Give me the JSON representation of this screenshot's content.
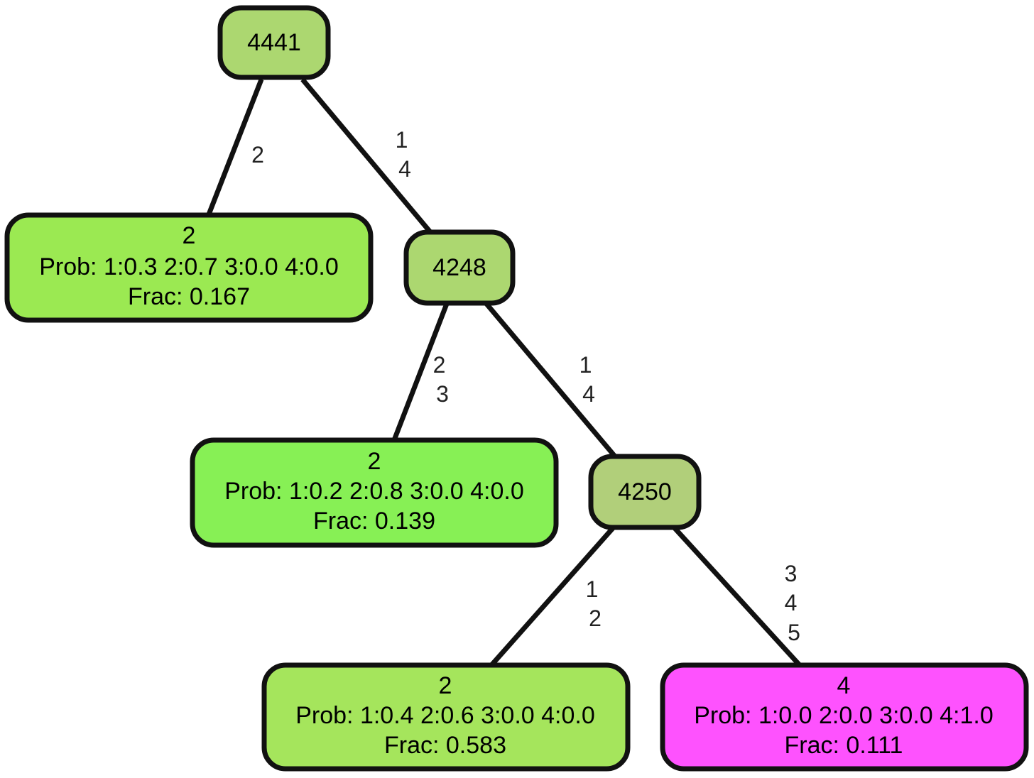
{
  "colors": {
    "split_node": "#acd770",
    "split_node_4250": "#b1cf7a",
    "leaf_left_top": "#9be952",
    "leaf_mid": "#87f055",
    "leaf_bottom_left": "#a5e55c",
    "leaf_magenta": "#fe52fe",
    "border": "#111111"
  },
  "nodes": {
    "n4441": {
      "label": "4441"
    },
    "n4248": {
      "label": "4248"
    },
    "n4250": {
      "label": "4250"
    },
    "leaf_a": {
      "class": "2",
      "prob": "Prob: 1:0.3 2:0.7 3:0.0 4:0.0",
      "frac": "Frac: 0.167"
    },
    "leaf_b": {
      "class": "2",
      "prob": "Prob: 1:0.2 2:0.8 3:0.0 4:0.0",
      "frac": "Frac: 0.139"
    },
    "leaf_c": {
      "class": "2",
      "prob": "Prob: 1:0.4 2:0.6 3:0.0 4:0.0",
      "frac": "Frac: 0.583"
    },
    "leaf_d": {
      "class": "4",
      "prob": "Prob: 1:0.0 2:0.0 3:0.0 4:1.0",
      "frac": "Frac: 0.111"
    }
  },
  "edges": {
    "e1": {
      "lines": [
        "2"
      ]
    },
    "e2": {
      "lines": [
        "1",
        "4"
      ]
    },
    "e3": {
      "lines": [
        "2",
        "3"
      ]
    },
    "e4": {
      "lines": [
        "1",
        "4"
      ]
    },
    "e5": {
      "lines": [
        "1",
        "2"
      ]
    },
    "e6": {
      "lines": [
        "3",
        "4",
        "5"
      ]
    }
  }
}
